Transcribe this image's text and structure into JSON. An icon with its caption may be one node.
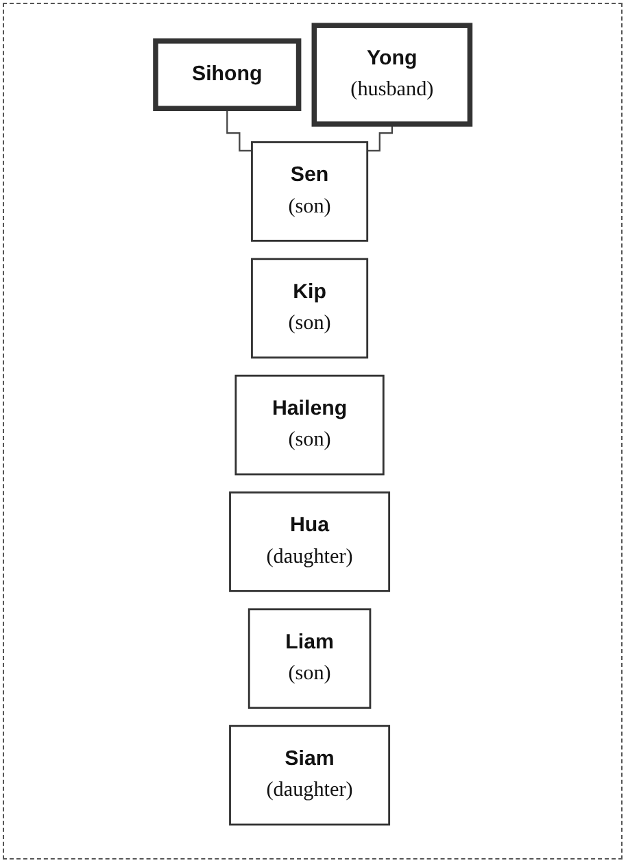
{
  "diagram": {
    "nodes": [
      {
        "text": [
          "Sihong"
        ]
      },
      {
        "text": [
          "Yong",
          "(husband)"
        ]
      },
      {
        "text": [
          "Sen",
          "(son)"
        ]
      },
      {
        "text": [
          "Kip",
          "(son)"
        ]
      },
      {
        "text": [
          "Haileng",
          "(son)"
        ]
      },
      {
        "text": [
          "Hua",
          "(daughter)"
        ]
      },
      {
        "text": [
          "Liam",
          "(son)"
        ]
      },
      {
        "text": [
          "Siam",
          "(daughter)"
        ]
      }
    ],
    "edges": [
      {
        "from": 0,
        "to": 2,
        "arrow": "none"
      },
      {
        "from": 1,
        "to": 2,
        "arrow": "none"
      }
    ]
  }
}
